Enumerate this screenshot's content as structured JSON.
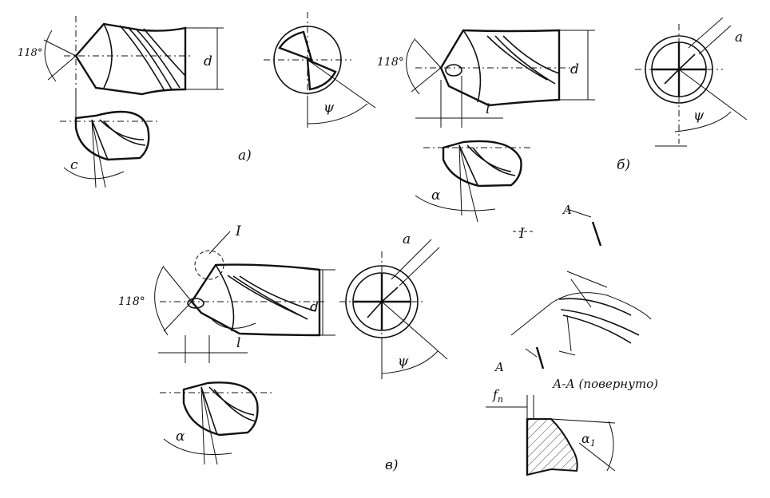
{
  "figures": {
    "a": {
      "caption": "а)",
      "angle_label": "118°",
      "diameter_label": "d",
      "psi_label": "ψ",
      "rake_label": "с"
    },
    "b": {
      "caption": "б)",
      "angle_label": "118°",
      "diameter_label": "d",
      "psi_label": "ψ",
      "length_label": "l",
      "width_label": "a",
      "rake_label": "α"
    },
    "v": {
      "caption": "в)",
      "angle_label": "118°",
      "diameter_label": "d",
      "psi_label": "ψ",
      "length_label": "l",
      "width_label": "a",
      "rake_label": "α",
      "detail_marker": "I"
    },
    "detail": {
      "marker": "I",
      "section_letter_top": "A",
      "section_letter_bottom": "A",
      "section_title": "А-А (повернуто)",
      "land_label": "f",
      "land_subscript": "п",
      "angle_label": "α",
      "angle_subscript": "1"
    }
  }
}
